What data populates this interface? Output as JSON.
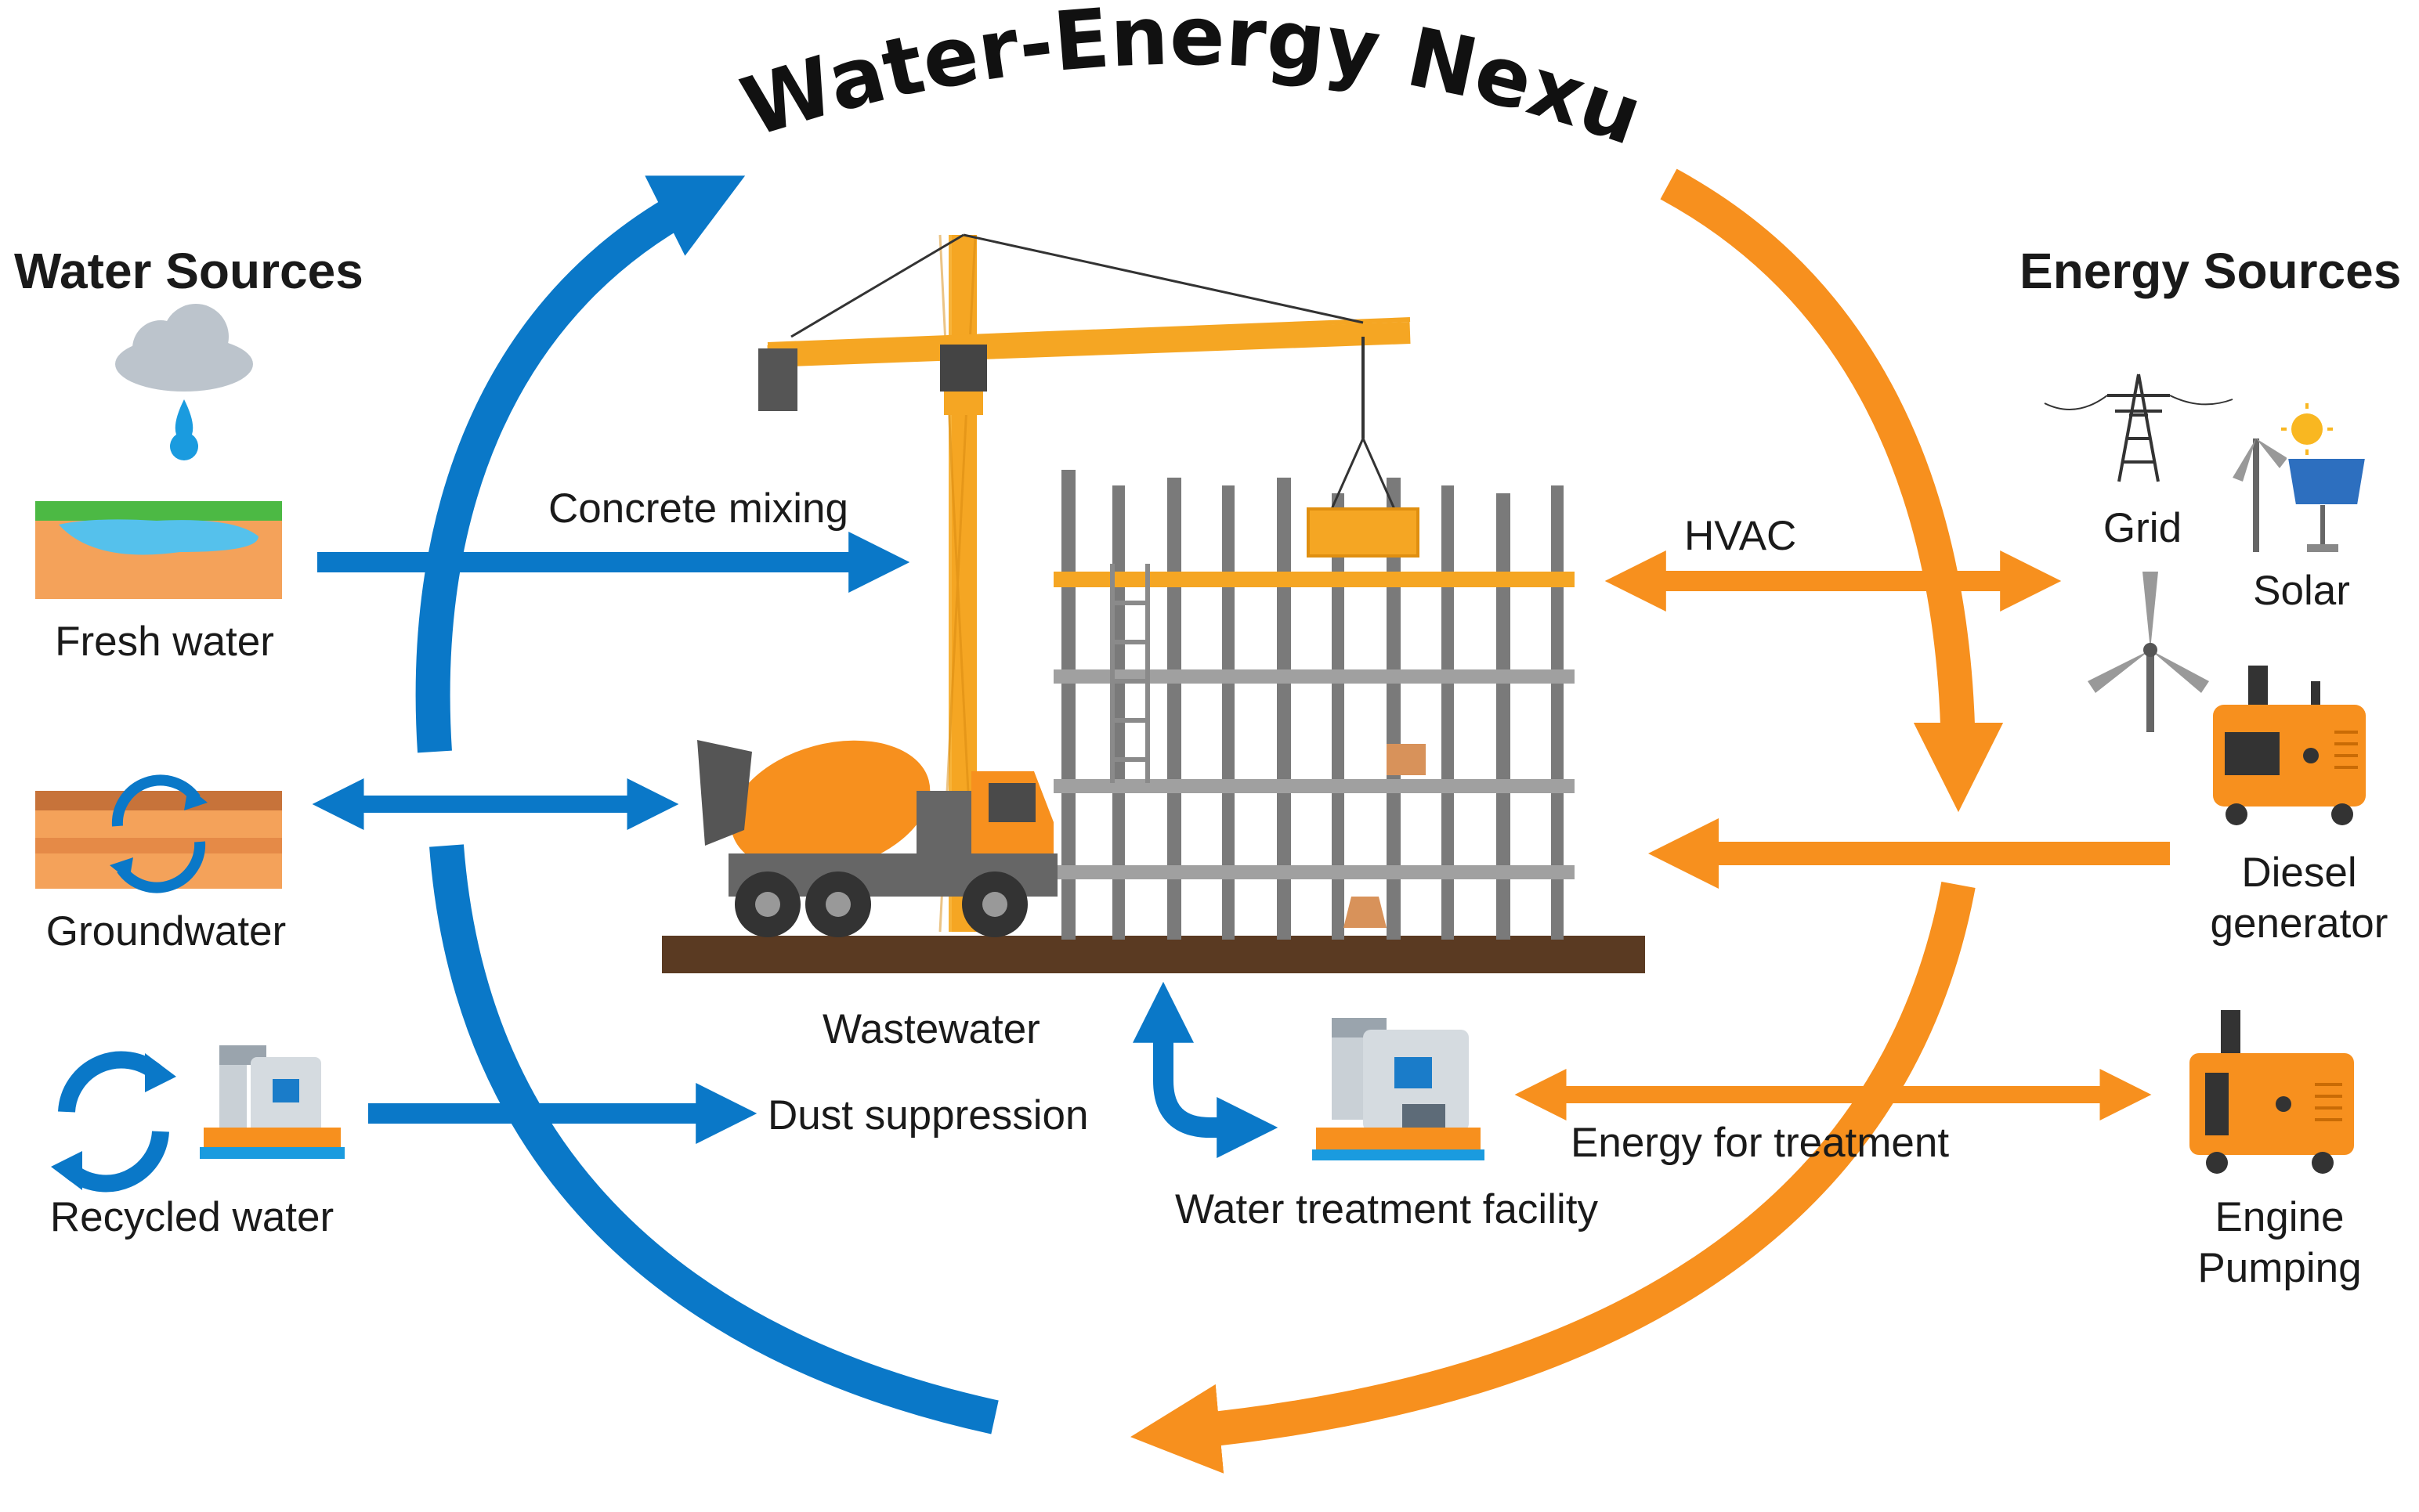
{
  "title": "Water-Energy Nexus",
  "water": {
    "heading": "Water Sources",
    "fresh": "Fresh water",
    "ground": "Groundwater",
    "recycled": "Recycled water"
  },
  "energy": {
    "heading": "Energy Sources",
    "grid": "Grid",
    "solar": "Solar",
    "diesel_1": "Diesel",
    "diesel_2": "generator",
    "engine_1": "Engine",
    "engine_2": "Pumping"
  },
  "flows": {
    "concrete": "Concrete mixing",
    "hvac": "HVAC",
    "wastewater": "Wastewater",
    "dust": "Dust suppression",
    "treatment_facility": "Water treatment facility",
    "energy_treatment": "Energy for treatment"
  },
  "colors": {
    "water_blue": "#0a78c8",
    "energy_orange": "#f7901e",
    "crane_yellow": "#f5a623",
    "steel_gray": "#8a8a8a",
    "ground_brown": "#5a3a22"
  },
  "icons": [
    "cloud-rain-icon",
    "pond-icon",
    "groundwater-icon",
    "recycle-icon",
    "pump-station-icon",
    "power-tower-icon",
    "solar-panel-icon",
    "wind-turbine-icon",
    "diesel-generator-icon",
    "engine-pump-icon",
    "crane-icon",
    "mixer-truck-icon",
    "building-frame-icon",
    "treatment-plant-icon"
  ]
}
